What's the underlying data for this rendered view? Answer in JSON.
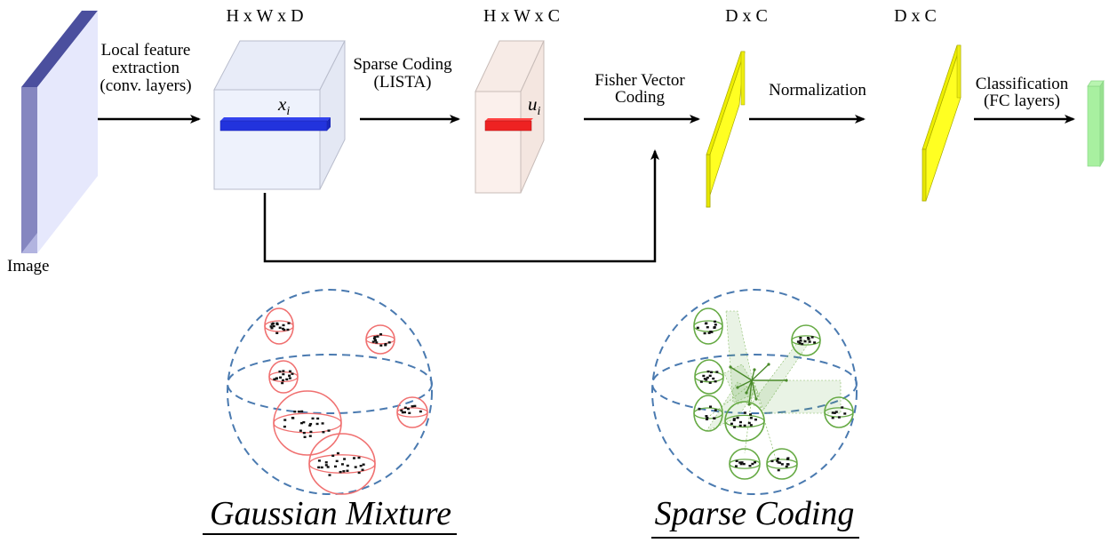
{
  "figure": {
    "input": {
      "label": "Image",
      "color": "#4b4f9e"
    },
    "stages": [
      {
        "id": "conv",
        "arrow_label_lines": [
          "Local feature",
          "extraction",
          "(conv. layers)"
        ]
      },
      {
        "id": "lista",
        "arrow_label_lines": [
          "Sparse Coding",
          "(LISTA)"
        ]
      },
      {
        "id": "fisher",
        "arrow_label_lines": [
          "Fisher Vector",
          "Coding"
        ]
      },
      {
        "id": "norm",
        "arrow_label_lines": [
          "Normalization"
        ]
      },
      {
        "id": "cls",
        "arrow_label_lines": [
          "Classification",
          "(FC layers)"
        ]
      }
    ],
    "tensors": [
      {
        "id": "features",
        "dims": "H x W x D",
        "symbol": "x",
        "subscript": "i",
        "color": "#eef2fc",
        "bar_color": "#2233dd"
      },
      {
        "id": "codes",
        "dims": "H x W x C",
        "symbol": "u",
        "subscript": "i",
        "color": "#fbf0ec",
        "bar_color": "#ee2222"
      },
      {
        "id": "fisher_vector",
        "dims": "D x C",
        "color": "#ffff22"
      },
      {
        "id": "normalized_vector",
        "dims": "D x C",
        "color": "#ffff22"
      },
      {
        "id": "output",
        "color": "#a8f0a0"
      }
    ],
    "illustrations": [
      {
        "id": "gmm",
        "caption": "Gaussian Mixture",
        "cluster_color": "#f07070",
        "sphere_color": "#4a7ab0"
      },
      {
        "id": "sc",
        "caption": "Sparse Coding",
        "cluster_color": "#66aa44",
        "sphere_color": "#4a7ab0"
      }
    ]
  }
}
